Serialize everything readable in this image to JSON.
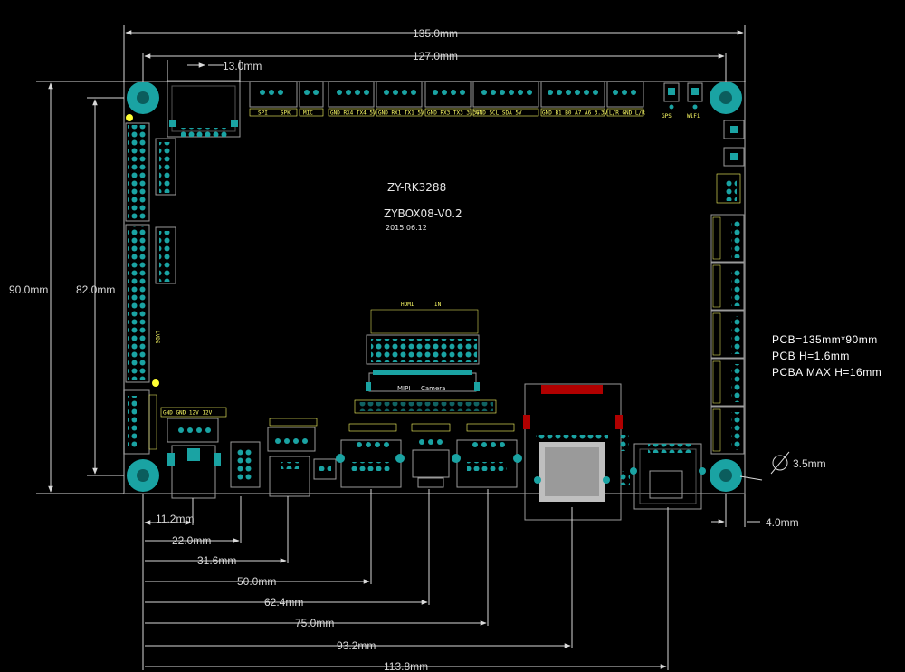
{
  "board": {
    "model": "ZY-RK3288",
    "version": "ZYBOX08-V0.2",
    "date": "2015.06.12",
    "hdmi_label": "HDMI",
    "in_label": "IN",
    "mipi_label": "MIPI",
    "camera_label": "Camera",
    "lvds_label": "LVDS",
    "gps_label": "GPS",
    "wifi_label": "WiFi",
    "power_label": "GND GND 12V 12V"
  },
  "connector_labels": [
    "SPI",
    "SPK",
    "MIC",
    "GND RX4 TX4 5V",
    "GND RX1 TX1 5V",
    "GND RX3 TX3 3.3V",
    "GND SCL SDA 5V",
    "GND B1 B0 A7 A6 3.3V",
    "L/R GND L/R"
  ],
  "dimensions": {
    "width_total": "135.0mm",
    "width_holes": "127.0mm",
    "lan_offset": "13.0mm",
    "height_total": "90.0mm",
    "height_holes": "82.0mm",
    "hole_diameter": "3.5mm",
    "right_margin": "4.0mm",
    "bottom": [
      "11.2mm",
      "22.0mm",
      "31.6mm",
      "50.0mm",
      "62.4mm",
      "75.0mm",
      "93.2mm",
      "113.8mm"
    ]
  },
  "specs": {
    "pcb_size": "PCB=135mm*90mm",
    "pcb_h": "PCB  H=1.6mm",
    "pcba_h": "PCBA   MAX    H=16mm"
  },
  "colors": {
    "pcb_outline": "#7a7a7a",
    "pad": "#1aa3a3",
    "silk": "#ffff66",
    "dimension": "#d9d9d9",
    "keepout": "#b00000"
  }
}
